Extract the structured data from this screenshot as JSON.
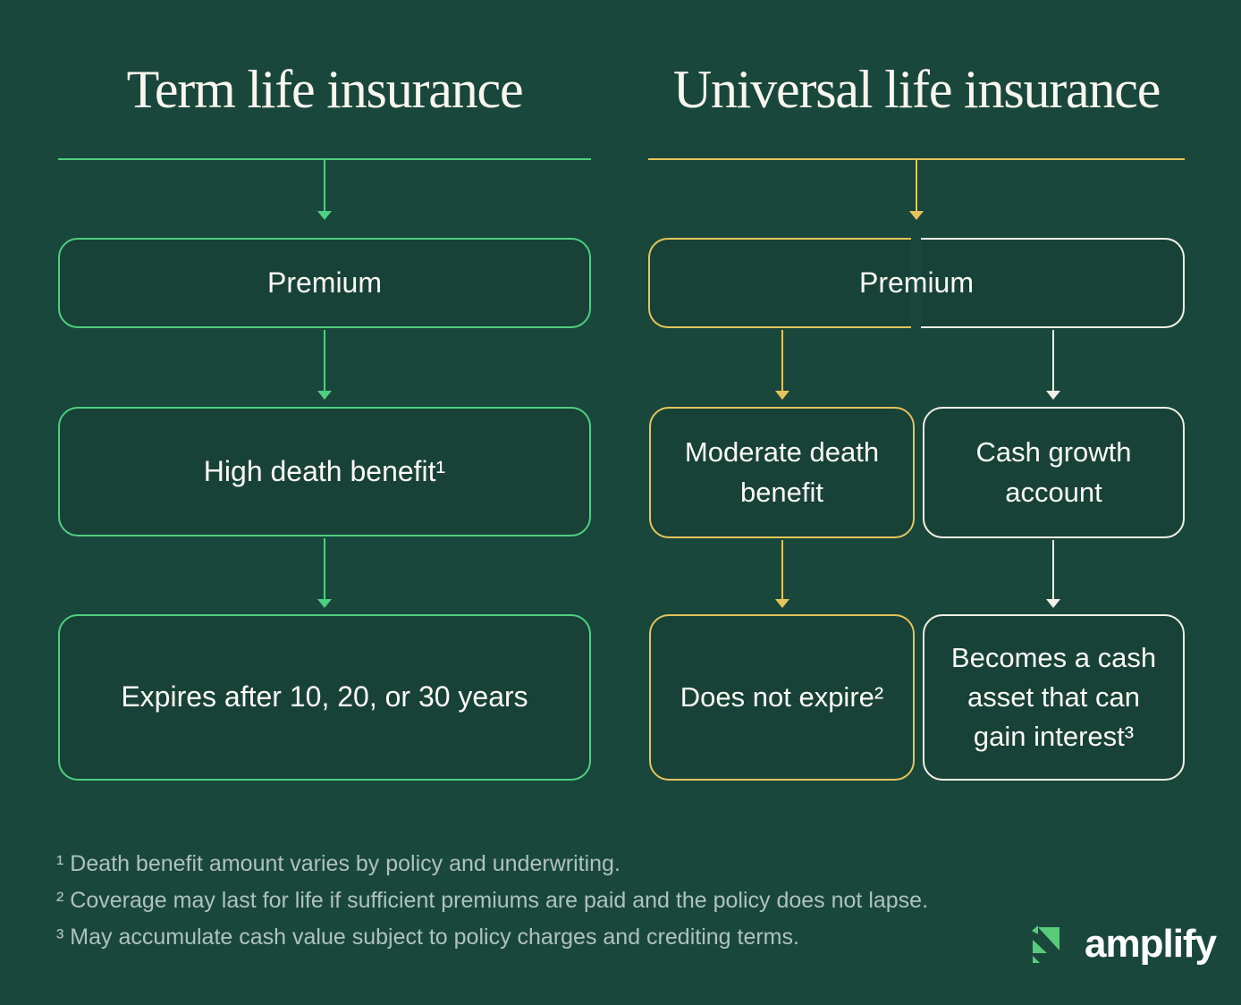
{
  "background_color": "#1A473C",
  "columns": {
    "term": {
      "title": "Term life insurance",
      "accent_color": "#4FCF81",
      "boxes": [
        "Premium",
        "High death benefit¹",
        "Expires after 10, 20, or 30 years"
      ]
    },
    "universal": {
      "title": "Universal life insurance",
      "accent_color": "#E5C45B",
      "secondary_color": "#F3F1E6",
      "boxes": [
        "Premium",
        "Moderate death benefit",
        "Cash growth account",
        "Does not expire²",
        "Becomes a cash asset that can gain interest³"
      ]
    }
  },
  "footnotes": [
    "¹ Death benefit amount varies by policy and underwriting.",
    "² Coverage may last for life if sufficient premiums are paid and the policy does not lapse.",
    "³ May accumulate cash value subject to policy charges and crediting terms."
  ],
  "logo": {
    "text": "amplify",
    "icon": "amplify-arrow-icon",
    "icon_color": "#57CB79"
  }
}
